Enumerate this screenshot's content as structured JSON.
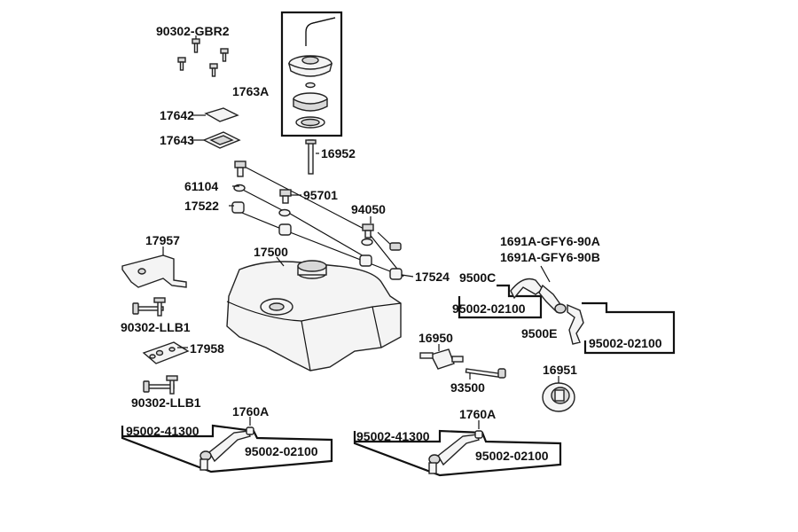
{
  "part_labels": {
    "p90302_gbr2": "90302-GBR2",
    "p1763a": "1763A",
    "p17642": "17642",
    "p17643": "17643",
    "p16952": "16952",
    "p61104": "61104",
    "p95701": "95701",
    "p17522": "17522",
    "p94050": "94050",
    "p17957": "17957",
    "p17500": "17500",
    "p17524": "17524",
    "p1691a_a": "1691A-GFY6-90A",
    "p1691a_b": "1691A-GFY6-90B",
    "p9500c": "9500C",
    "p95002_02100_a": "95002-02100",
    "p9500e": "9500E",
    "p95002_02100_b": "95002-02100",
    "p90302_llb1_a": "90302-LLB1",
    "p17958": "17958",
    "p16950": "16950",
    "p93500": "93500",
    "p16951": "16951",
    "p90302_llb1_b": "90302-LLB1",
    "p1760a_a": "1760A",
    "p95002_41300_a": "95002-41300",
    "p95002_02100_c": "95002-02100",
    "p1760a_b": "1760A",
    "p95002_41300_b": "95002-41300",
    "p95002_02100_d": "95002-02100"
  },
  "colors": {
    "line": "#111111",
    "part_fill": "#f4f4f4",
    "part_shade": "#d8d8d8",
    "background": "#ffffff"
  }
}
